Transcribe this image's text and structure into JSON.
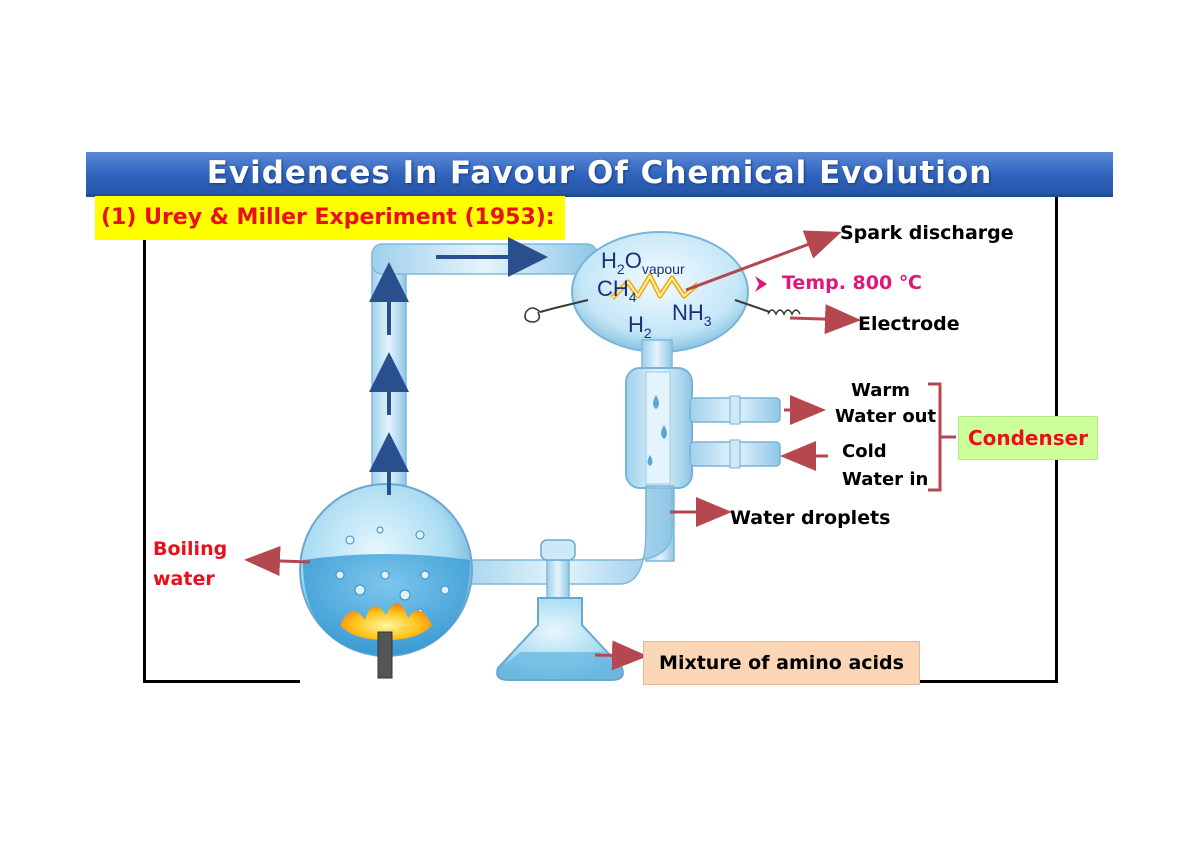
{
  "title": "Evidences In Favour Of Chemical Evolution",
  "subtitle": "(1) Urey & Miller Experiment (1953):",
  "chemicals": {
    "h2o": "H",
    "h2o_sub": "2",
    "h2o_o": "O",
    "h2o_state": "vapour",
    "ch4": "CH",
    "ch4_sub": "4",
    "nh3": "NH",
    "nh3_sub": "3",
    "h2": "H",
    "h2_sub": "2"
  },
  "labels": {
    "spark_discharge": "Spark discharge",
    "temp": "Temp. 800 ℃",
    "electrode": "Electrode",
    "warm": "Warm",
    "water_out": "Water out",
    "cold": "Cold",
    "water_in": "Water in",
    "condenser": "Condenser",
    "water_droplets": "Water droplets",
    "boiling_1": "Boiling",
    "boiling_2": "water",
    "amino": "Mixture of amino acids"
  },
  "colors": {
    "banner": "#2f63bd",
    "highlight_yellow": "#ffff00",
    "label_red": "#e8101a",
    "arrow": "#b5474f",
    "glass": "#bfe3f5",
    "condenser_box": "#ccff99",
    "amino_box": "#fad6b7"
  }
}
